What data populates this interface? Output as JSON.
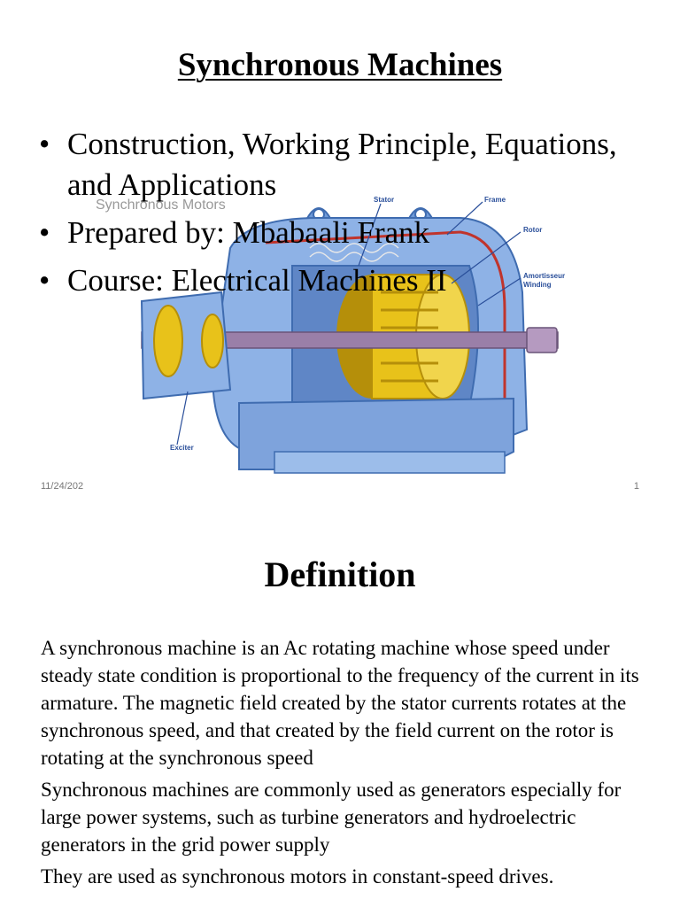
{
  "slide1": {
    "title": "Synchronous Machines",
    "bullets": [
      "Construction, Working Principle, Equations, and Applications",
      "Prepared by: Mbabaali Frank",
      "Course: Electrical Machines II"
    ],
    "bullet_glyph": "•",
    "illustration": {
      "caption": "Synchronous Motors",
      "labels": {
        "stator": "Stator",
        "frame": "Frame",
        "rotor": "Rotor",
        "amortisseur": "Amortisseur",
        "winding": "Winding",
        "exciter": "Exciter"
      },
      "colors": {
        "frame": "#6f9ad8",
        "frame_dark": "#3f6cb0",
        "rotor": "#e8c21a",
        "rotor_dark": "#b58f0a",
        "shaft": "#9a7fa8",
        "red_line": "#c0342c"
      }
    },
    "footer": {
      "date": "11/24/202",
      "page": "1"
    }
  },
  "slide2": {
    "title": "Definition",
    "paragraphs": [
      "A synchronous machine is an Ac rotating machine whose speed under steady state condition is proportional to the frequency of the current in its armature. The magnetic field created by the stator currents rotates at the synchronous speed, and that created by the field current on the rotor is rotating at the synchronous speed",
      "Synchronous machines are commonly used as generators especially for large power systems, such as turbine generators and hydroelectric generators in the grid power supply",
      "They are used as synchronous motors in constant-speed drives."
    ]
  }
}
